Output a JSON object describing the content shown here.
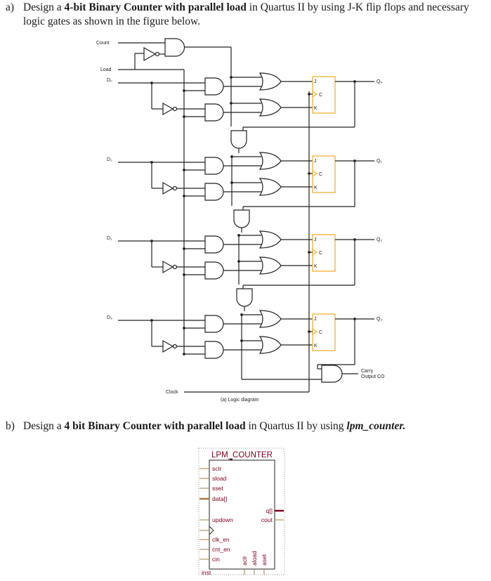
{
  "question_a": {
    "label": "a)",
    "line1_pre": "Design a ",
    "line1_bold": "4-bit Binary Counter with parallel load",
    "line1_post": " in Quartus II by using J-K flip flops and necessary",
    "line2": "logic gates as shown in the figure below."
  },
  "logic_diagram": {
    "inputs": {
      "count": "Count",
      "load": "Load",
      "d0": "D₀",
      "d1": "D₁",
      "d2": "D₂",
      "d3": "D₃",
      "clock": "Clock"
    },
    "outputs": {
      "q0": "Q₀",
      "q1": "Q₁",
      "q2": "Q₂",
      "q3": "Q₃",
      "carry_line1": "Carry",
      "carry_line2": "Output CO"
    },
    "flipflop_pins": {
      "j": "J",
      "c": "C",
      "k": "K"
    },
    "caption": "(a) Logic diagram",
    "flipflop_color": "#f0b030"
  },
  "question_b": {
    "label": "b)",
    "pre": "Design a ",
    "bold": "4 bit Binary Counter with parallel load",
    "mid": " in Quartus II by using ",
    "italic": "lpm_counter."
  },
  "lpm_counter": {
    "title": "LPM_COUNTER",
    "left_ports": [
      "sclr",
      "sload",
      "sset",
      "data[]",
      "updown",
      "clk_en",
      "cnt_en",
      "cin"
    ],
    "right_ports": [
      "q[]",
      "cout"
    ],
    "bottom_ports": [
      "aclr",
      "aload",
      "aset"
    ],
    "instance": "inst",
    "text_color": "#800020",
    "port_color": "#a08040"
  }
}
